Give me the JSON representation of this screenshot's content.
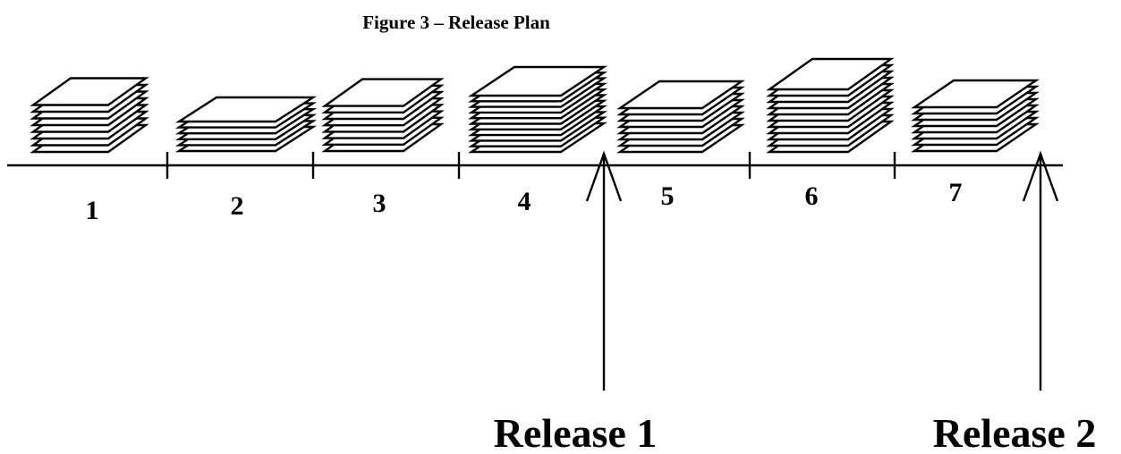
{
  "title": "Figure 3 – Release Plan",
  "iterations": [
    {
      "label": "1",
      "sheets": 8
    },
    {
      "label": "2",
      "sheets": 6
    },
    {
      "label": "3",
      "sheets": 8
    },
    {
      "label": "4",
      "sheets": 11
    },
    {
      "label": "5",
      "sheets": 8
    },
    {
      "label": "6",
      "sheets": 11
    },
    {
      "label": "7",
      "sheets": 8
    }
  ],
  "releases": [
    {
      "label": "Release 1"
    },
    {
      "label": "Release 2"
    }
  ]
}
